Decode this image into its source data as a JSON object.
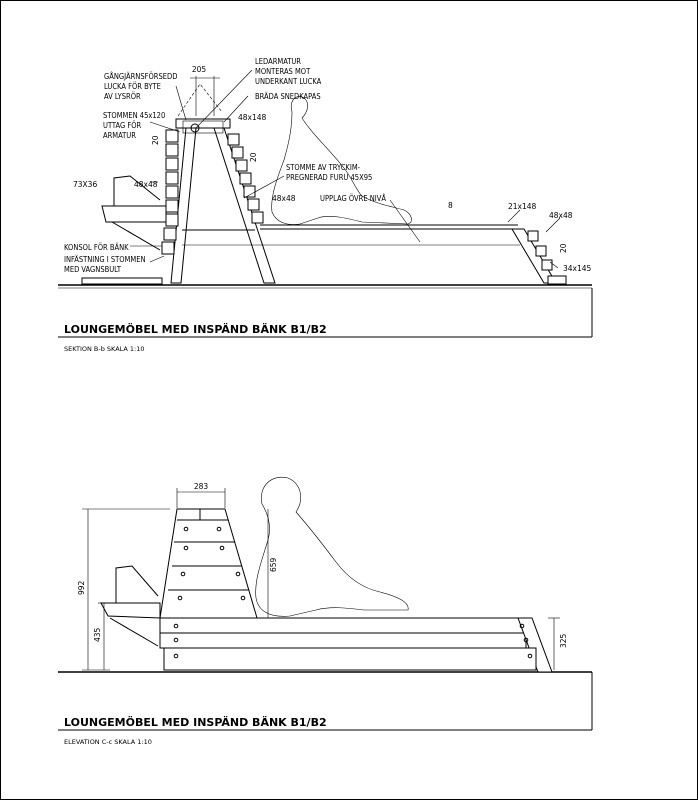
{
  "section": {
    "title": "LOUNGEMÖBEL MED INSPÄND BÄNK B1/B2",
    "subtitle": "SEKTION B-b SKALA 1:10",
    "labels": {
      "hinge_hatch": [
        "GÅNGJÄRNSFÖRSEDD",
        "LUCKA FÖR BYTE",
        "AV LYSRÖR"
      ],
      "led_fixture": [
        "LEDARMATUR",
        "MONTERAS MOT",
        "UNDERKANT LUCKA"
      ],
      "board_bevel": "BRÄDA SNEDKAPAS",
      "frame_outlet": [
        "STOMMEN 45x120",
        "UTTAG FÖR",
        "ARMATUR"
      ],
      "frame_pressure": [
        "STOMME AV TRYCKIM-",
        "PREGNERAD FURU 45X95"
      ],
      "support_upper": "UPPLAG ÖVRE NIVÅ",
      "console": "KONSOL FÖR BÄNK",
      "fastening": [
        "INFÄSTNING I STOMMEN",
        "MED VAGNSBULT"
      ]
    },
    "dims": {
      "d205": "205",
      "d48x148": "48x148",
      "d20a": "20",
      "d20b": "20",
      "d20c": "20",
      "d73x36": "73X36",
      "d48x48a": "48x48",
      "d48x48b": "48x48",
      "d48x48c": "48x48",
      "d8": "8",
      "d21x148": "21x148",
      "d34x145": "34x145"
    }
  },
  "elevation": {
    "title": "LOUNGEMÖBEL MED INSPÄND BÄNK B1/B2",
    "subtitle": "ELEVATION C-c SKALA 1:10",
    "dims": {
      "d283": "283",
      "d659": "659",
      "d992": "992",
      "d435": "435",
      "d325": "325"
    }
  }
}
